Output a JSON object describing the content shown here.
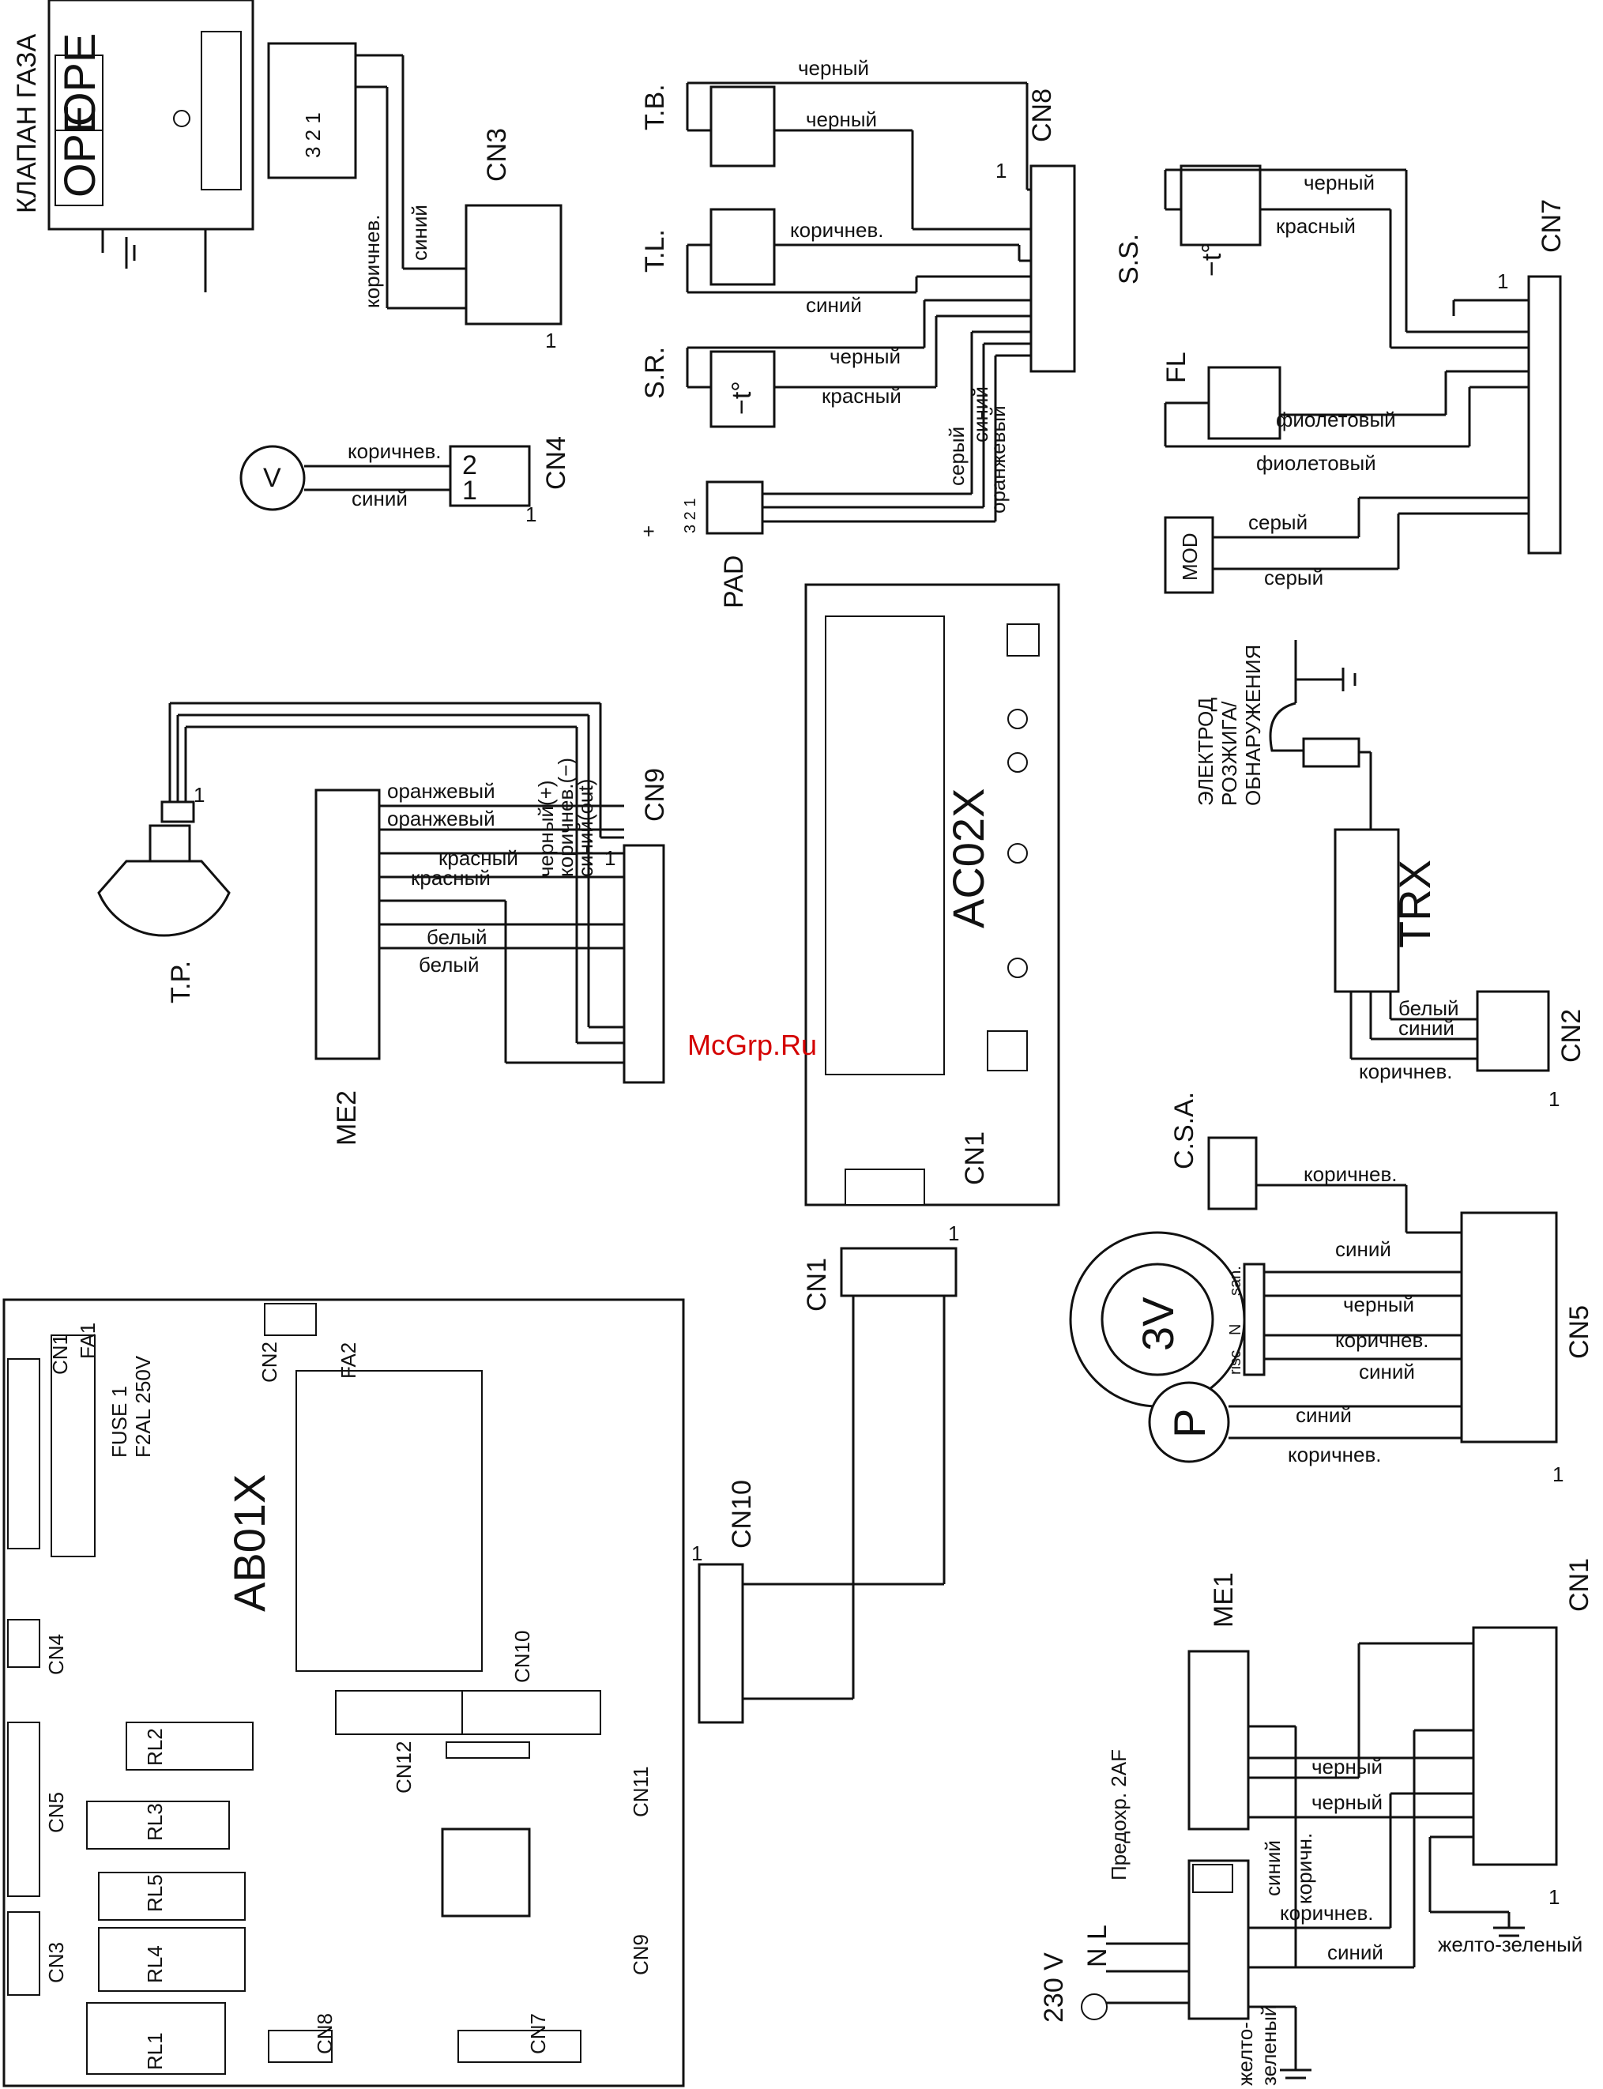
{
  "labels": {
    "gas_valve": "КЛАПАН ГАЗА",
    "ope_1": "OPE",
    "ope_2": "OPE",
    "cn3": "CN3",
    "cn4": "CN4",
    "cn8": "CN8",
    "cn7": "CN7",
    "cn9": "CN9",
    "cn2": "CN2",
    "cn5": "CN5",
    "cn1_top": "CN1",
    "cn1_cable": "CN1",
    "cn1_main": "CN1",
    "cn10_cable": "CN10",
    "tb": "T.B.",
    "tl": "T.L.",
    "sr": "S.R.",
    "ss": "S.S.",
    "fl": "FL",
    "mod": "MOD",
    "pad": "PAD",
    "tp": "T.P.",
    "me2": "ME2",
    "me1": "ME1",
    "ac02x": "AC02X",
    "electrode": "ЭЛЕКТРОД",
    "electrode2": "РОЗЖИГА/",
    "electrode3": "ОБНАРУЖЕНИЯ",
    "trx": "TRX",
    "csa": "C.S.A.",
    "v3": "3V",
    "pump": "P",
    "fan": "V",
    "mains": "230  V",
    "n": "N",
    "l": "L",
    "fuse2af": "Предохр. 2AF",
    "pad_pins": "3 2 1",
    "t_sym": "−t°",
    "one": "1",
    "two": "2",
    "ab01x": "AB01X",
    "fa1": "FA1",
    "fa2": "FA2",
    "fuse": "FUSE  1",
    "fuse_rating": "F2AL  250V",
    "cn12": "CN12",
    "cn11": "CN11",
    "rl1": "RL1",
    "rl2": "RL2",
    "rl3": "RL3",
    "rl4": "RL4",
    "rl5": "RL5",
    "san": "san.",
    "risc": "risc.",
    "n_3v": "N",
    "pad_plus": "+",
    "yg_pe": "желто-",
    "yg_pe2": "зеленый"
  },
  "wires": {
    "black": "черный",
    "red": "красный",
    "brown": "коричнев.",
    "blue": "синий",
    "grey": "серый",
    "orange": "оранжевый",
    "violet": "фиолетовый",
    "white": "белый",
    "black_plus": "черный(+)",
    "brown_minus": "коричнев.(−)",
    "blue_out": "синий(out)",
    "yellow_green": "желто-зеленый",
    "brown_short": "коричн."
  },
  "watermark": "McGrp.Ru",
  "colors": {
    "line": "#111111",
    "watermark": "#d40000"
  }
}
